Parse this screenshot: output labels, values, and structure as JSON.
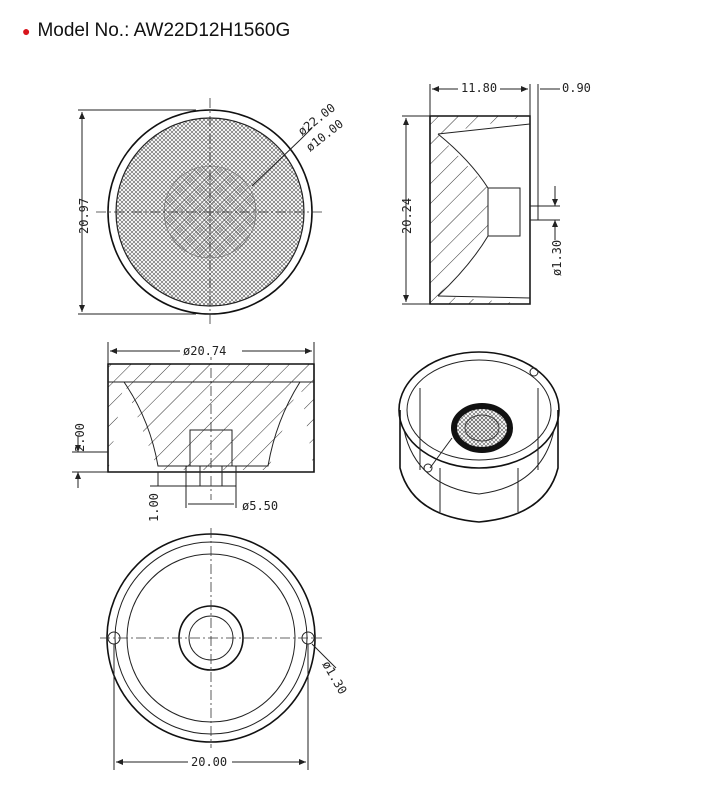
{
  "header": {
    "model_label": "Model No.: AW22D12H1560G"
  },
  "dims": {
    "outer_dia": "ø22.00",
    "inner_dia": "ø10.00",
    "height_front": "20.97",
    "length": "11.80",
    "pin_len": "0.90",
    "height_side": "20.24",
    "pin_dia_side": "ø1.30",
    "top_dia": "ø20.74",
    "step": "2.00",
    "pin_drop": "1.00",
    "bottom_dia": "ø5.50",
    "pin_dia_bottom": "ø1.30",
    "base_width": "20.00"
  },
  "colors": {
    "bullet": "#d8141c",
    "line": "#222222"
  }
}
